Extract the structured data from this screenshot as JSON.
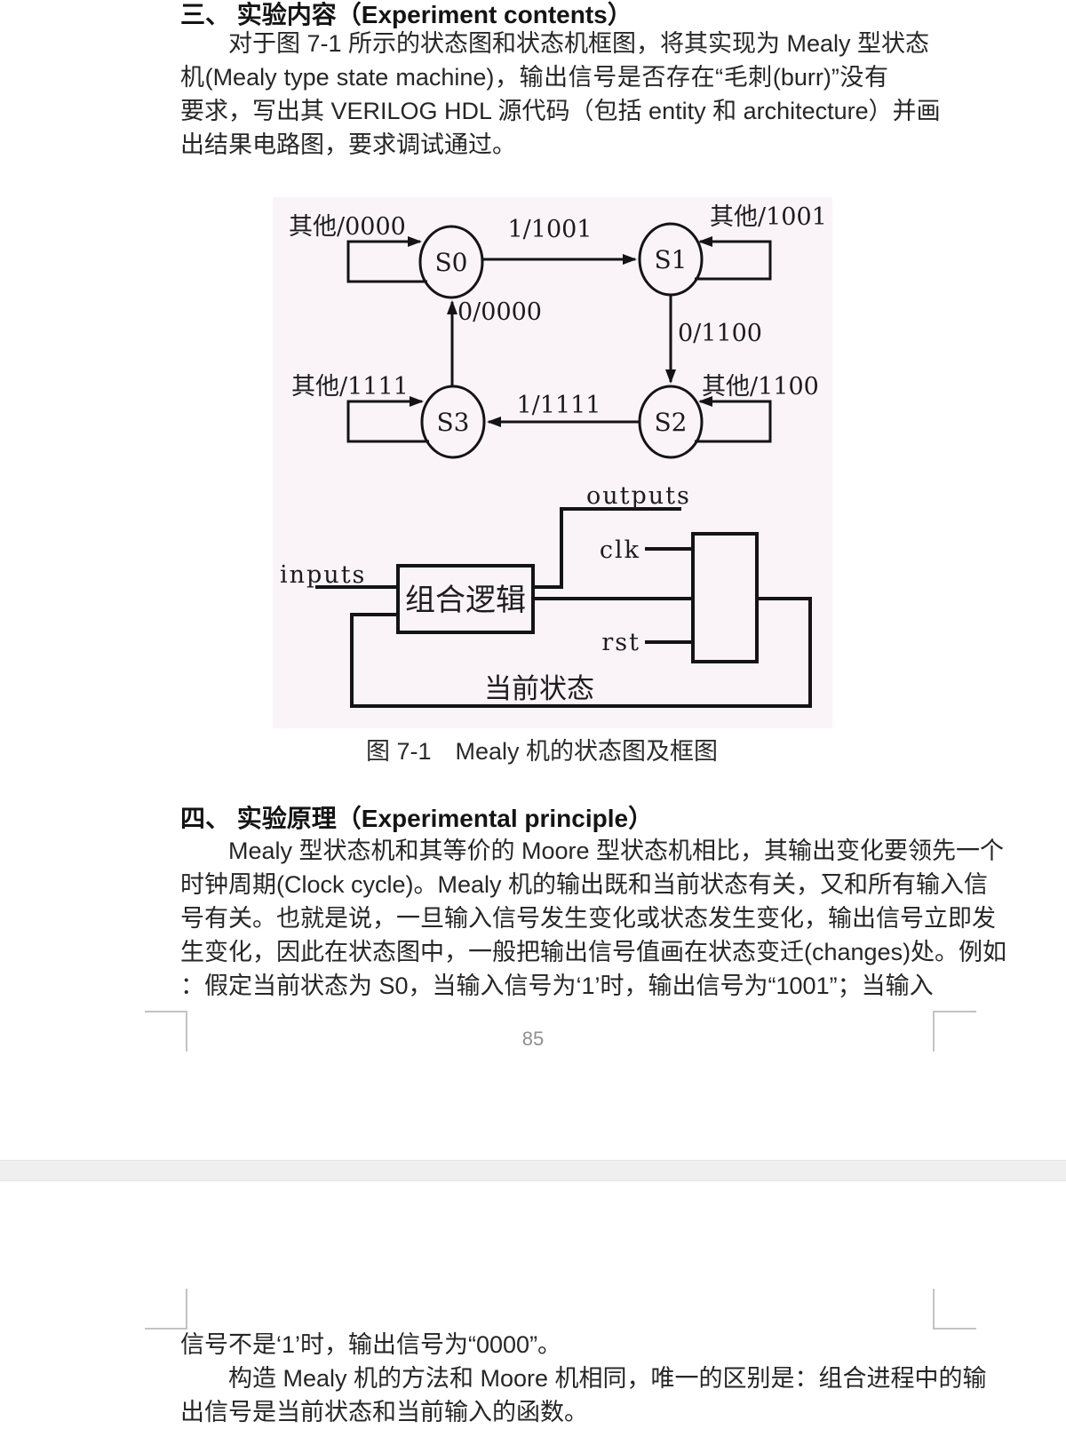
{
  "page1": {
    "section3": {
      "heading": "三、 实验内容（Experiment contents）",
      "para_lines": [
        "对于图 7-1 所示的状态图和状态机框图，将其实现为 Mealy 型状态",
        "机(Mealy type state machine)，输出信号是否存在“毛刺(burr)”没有",
        "要求，写出其 VERILOG HDL 源代码（包括 entity 和 architecture）并画",
        "出结果电路图，要求调试通过。"
      ]
    },
    "figure": {
      "caption": "图 7-1　Mealy 机的状态图及框图",
      "state_diagram": {
        "s0": "S0",
        "s1": "S1",
        "s2": "S2",
        "s3": "S3",
        "s0_loop": "其他/0000",
        "s1_loop": "其他/1001",
        "s2_loop": "其他/1100",
        "s3_loop": "其他/1111",
        "t_s0_s1": "1/1001",
        "t_s1_s2": "0/1100",
        "t_s2_s3": "1/1111",
        "t_s3_s0": "0/0000"
      },
      "block_diagram": {
        "inputs": "inputs",
        "outputs": "outputs",
        "clk": "clk",
        "rst": "rst",
        "logic_box": "组合逻辑",
        "current_state": "当前状态"
      }
    },
    "section4": {
      "heading": "四、 实验原理（Experimental principle）",
      "para_lines": [
        "Mealy 型状态机和其等价的 Moore 型状态机相比，其输出变化要领先一个",
        "时钟周期(Clock cycle)。Mealy 机的输出既和当前状态有关，又和所有输入信",
        "号有关。也就是说，一旦输入信号发生变化或状态发生变化，输出信号立即发",
        "生变化，因此在状态图中，一般把输出信号值画在状态变迁(changes)处。例如",
        "：假定当前状态为 S0，当输入信号为‘1’时，输出信号为“1001”；当输入"
      ]
    },
    "page_number": "85"
  },
  "page2": {
    "para_lines": [
      "信号不是‘1’时，输出信号为“0000”。",
      "构造 Mealy 机的方法和 Moore 机相同，唯一的区别是：组合进程中的输",
      "出信号是当前状态和当前输入的函数。"
    ]
  },
  "colors": {
    "figure_background": "#faf4f8",
    "page_break_band": "#efefef",
    "crop_mark": "#c3c3c3",
    "page_number_gray": "#8f8f8f"
  }
}
